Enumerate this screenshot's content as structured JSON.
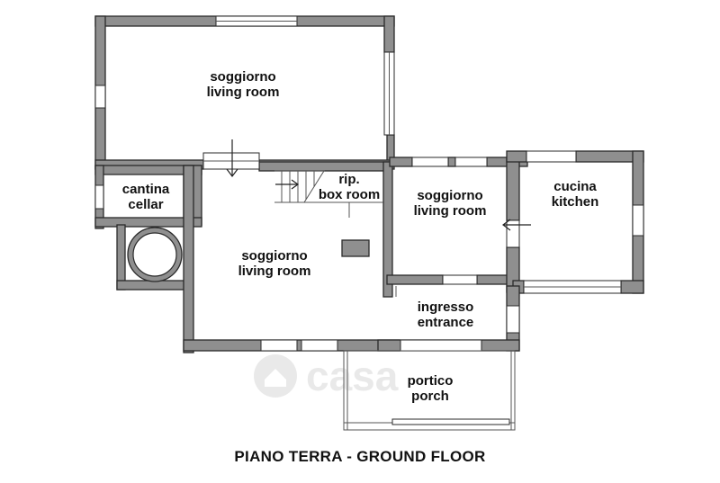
{
  "title": "PIANO TERRA - GROUND FLOOR",
  "watermark": "casa",
  "colors": {
    "wall": "#8f8f8f",
    "outline": "#2a2a2a",
    "text": "#111111",
    "background": "#ffffff"
  },
  "rooms": {
    "soggiorno_top": {
      "it": "soggiorno",
      "en": "living room"
    },
    "cantina": {
      "it": "cantina",
      "en": "cellar"
    },
    "ripostiglio": {
      "it": "rip.",
      "en": "box room"
    },
    "soggiorno_mid": {
      "it": "soggiorno",
      "en": "living room"
    },
    "cucina": {
      "it": "cucina",
      "en": "kitchen"
    },
    "soggiorno_main": {
      "it": "soggiorno",
      "en": "living room"
    },
    "ingresso": {
      "it": "ingresso",
      "en": "entrance"
    },
    "portico": {
      "it": "portico",
      "en": "porch"
    }
  }
}
